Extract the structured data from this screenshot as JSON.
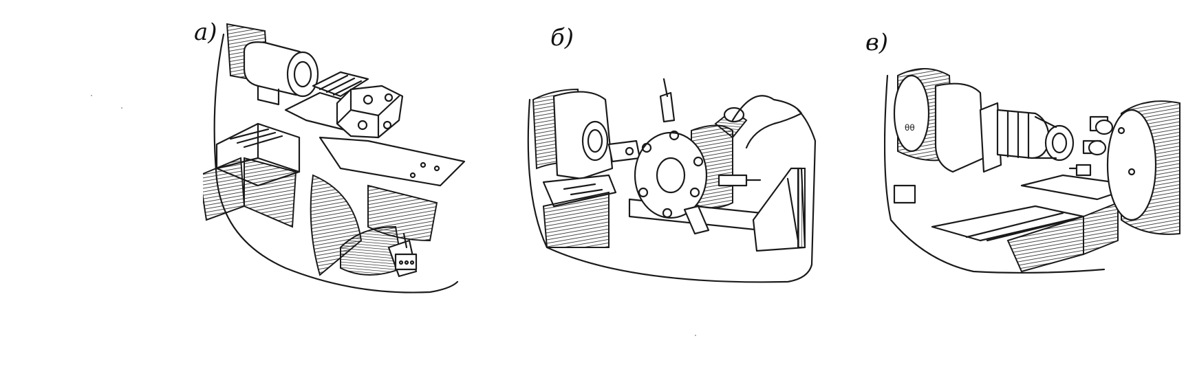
{
  "figure": {
    "panels": [
      {
        "label": "а)",
        "subject": "turret-lathe-hexagonal-head"
      },
      {
        "label": "б)",
        "subject": "turret-lathe-drum-head"
      },
      {
        "label": "в)",
        "subject": "turret-lathe-horizontal-axis-head"
      }
    ]
  },
  "colors": {
    "ink": "#1a1a1a",
    "paper": "#ffffff"
  }
}
